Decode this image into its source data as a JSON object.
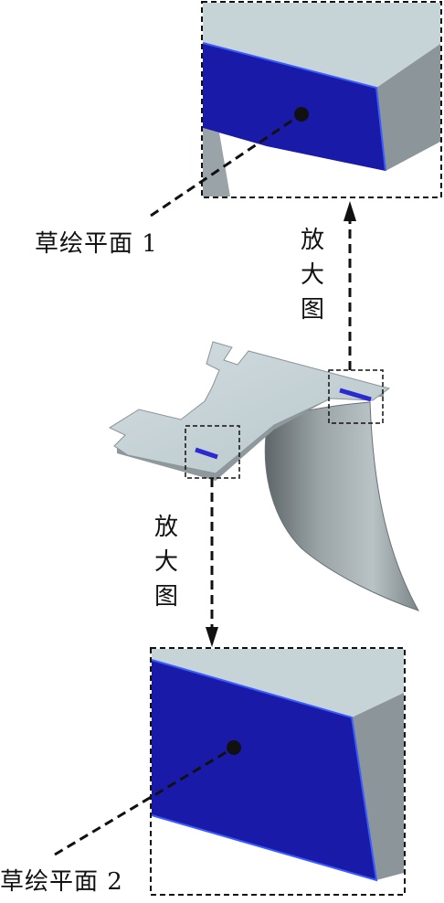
{
  "labels": {
    "plane1": "草绘平面 1",
    "plane2": "草绘平面 2",
    "zoom_top": [
      "放",
      "大",
      "图"
    ],
    "zoom_bottom": [
      "放",
      "大",
      "图"
    ]
  },
  "colors": {
    "face_blue": "#1a1aa8",
    "face_edge": "#3a5cff",
    "top_gray": "#c6d4d8",
    "side_gray": "#8e979b",
    "dark_gray": "#6f777b",
    "dash": "#111111"
  }
}
